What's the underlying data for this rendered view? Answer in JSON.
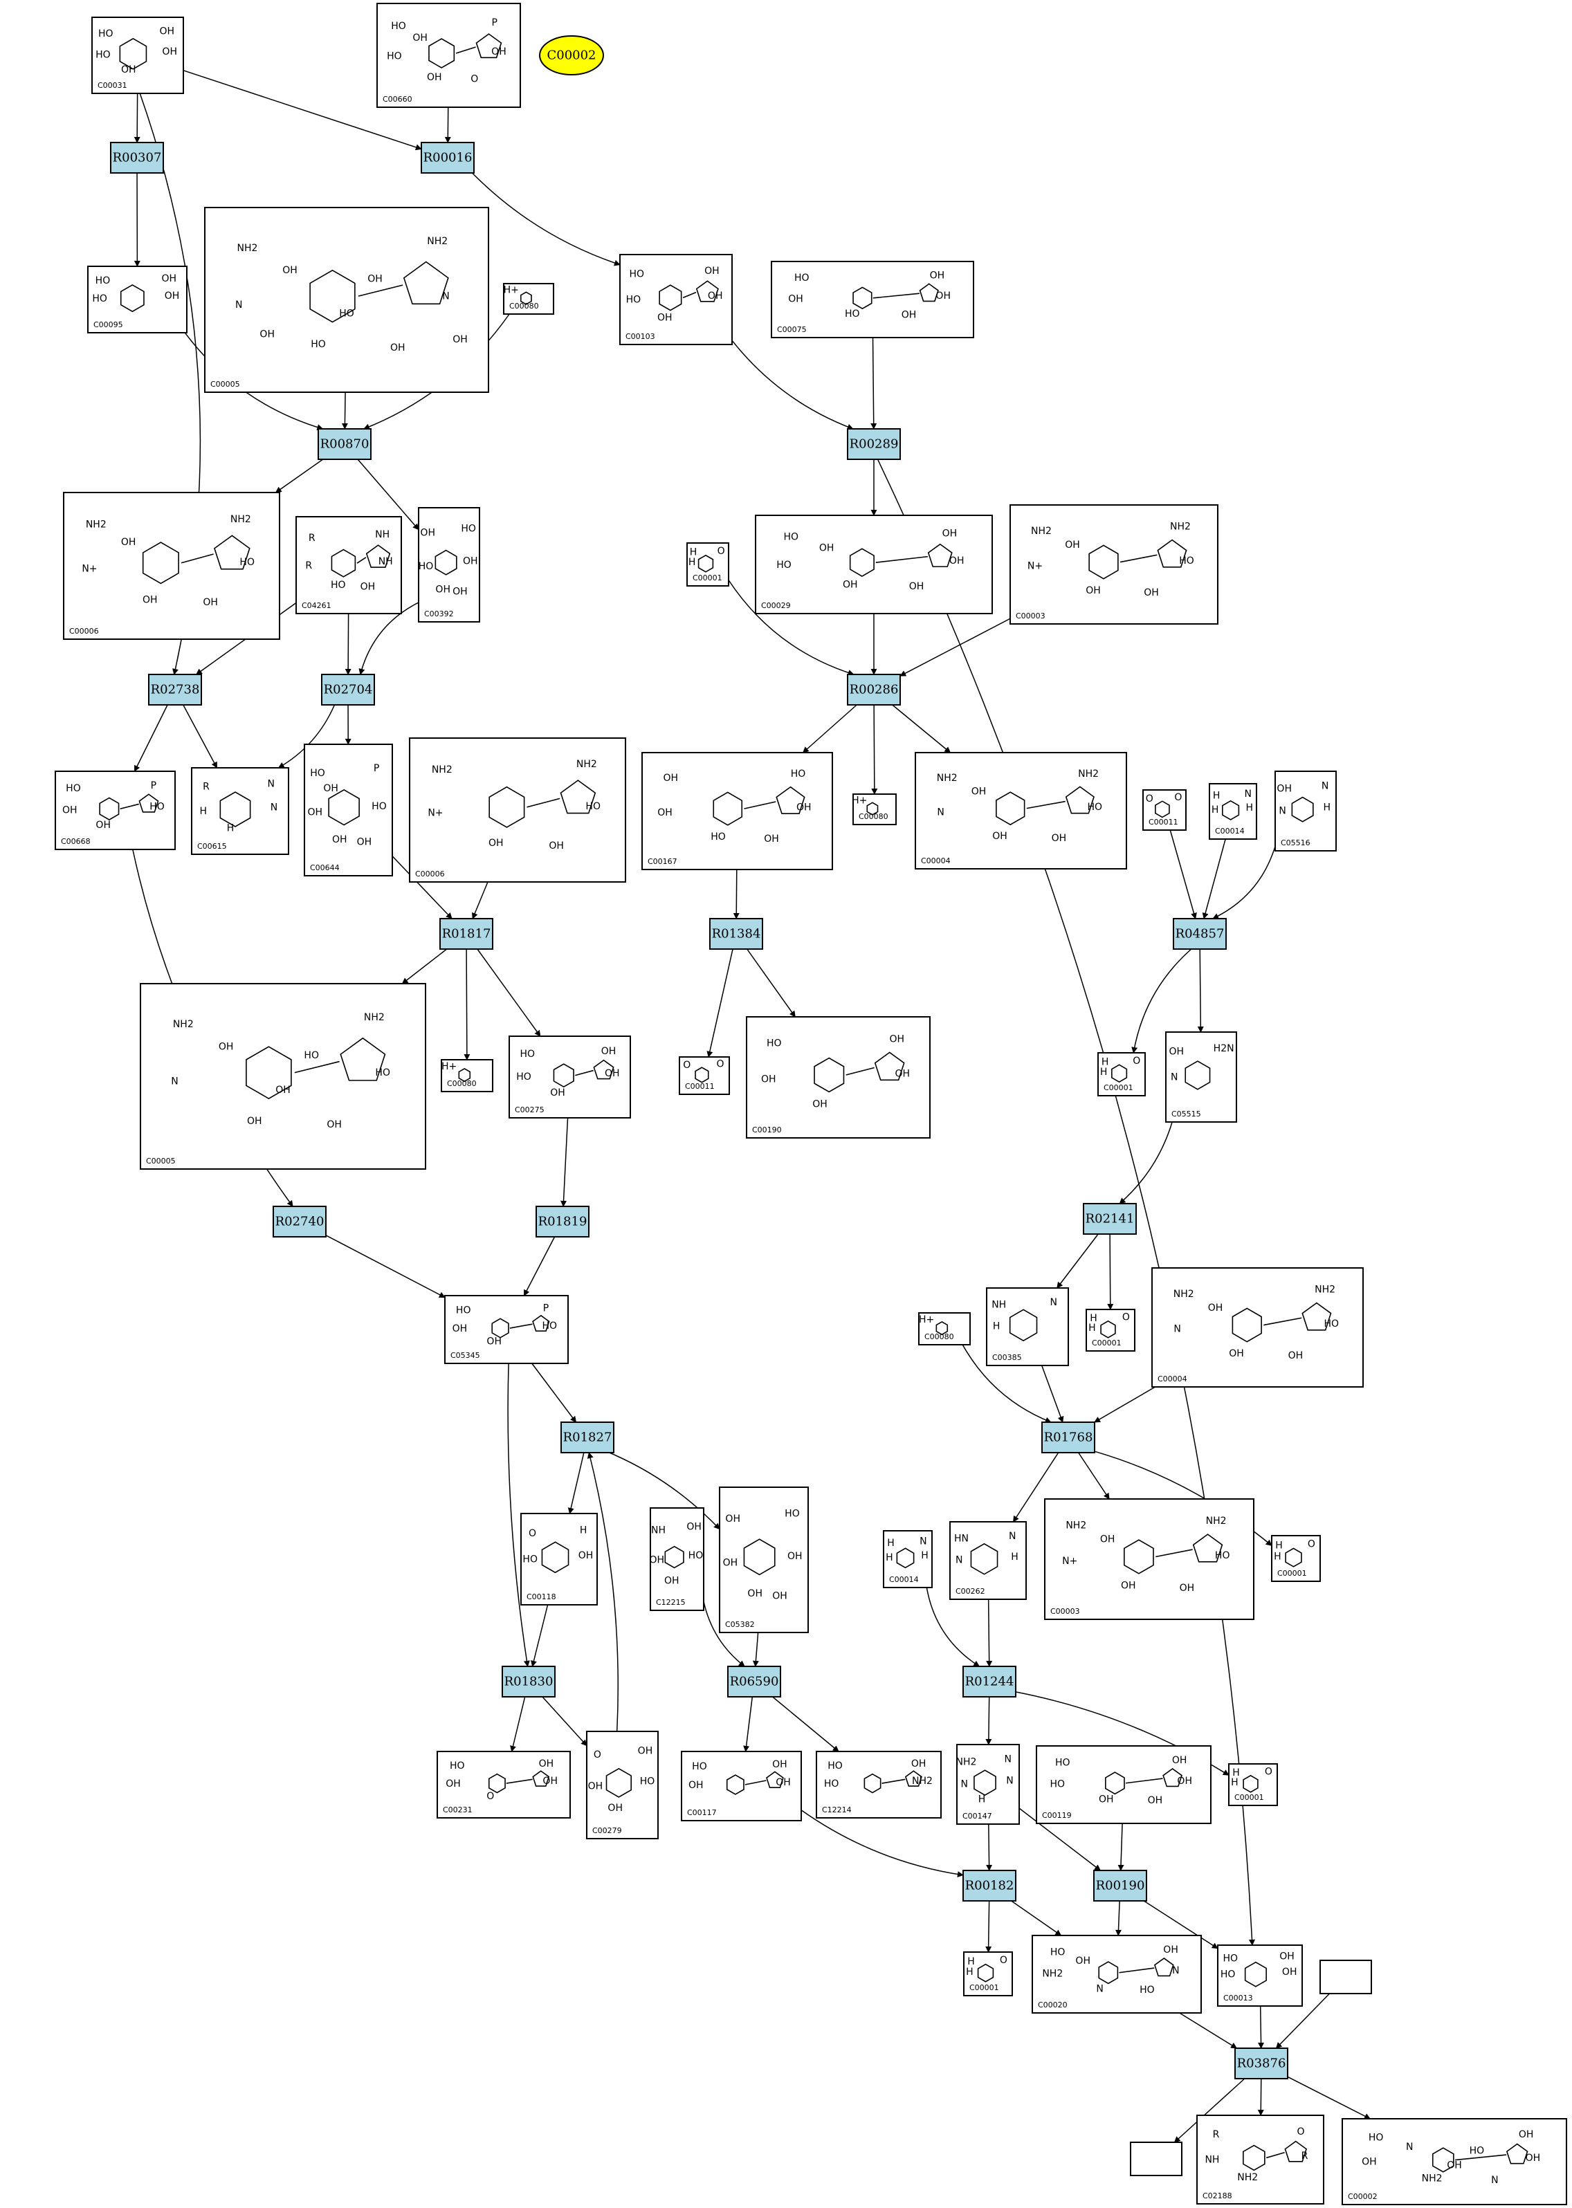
{
  "legend_ellipse": "C00002",
  "compounds": {
    "C00031": {
      "label": "C00031",
      "atoms": [
        "HO",
        "OH",
        "HO",
        "OH",
        "OH"
      ]
    },
    "C00660": {
      "label": "C00660",
      "atoms": [
        "HO",
        "P",
        "HO",
        "OH",
        "OH",
        "O",
        "OH"
      ]
    },
    "C00095": {
      "label": "C00095",
      "atoms": [
        "HO",
        "OH",
        "HO",
        "OH"
      ]
    },
    "C00005a": {
      "label": "C00005",
      "atoms": [
        "NH2",
        "NH2",
        "N",
        "N",
        "HO",
        "OH",
        "OH",
        "OH",
        "HO",
        "OH",
        "OH"
      ]
    },
    "C00080a": {
      "label": "C00080",
      "atoms": [
        "H+"
      ]
    },
    "C00103": {
      "label": "C00103",
      "atoms": [
        "HO",
        "OH",
        "HO",
        "OH",
        "OH"
      ]
    },
    "C00075": {
      "label": "C00075",
      "atoms": [
        "HO",
        "OH",
        "OH",
        "OH",
        "HO",
        "OH"
      ]
    },
    "C00006a": {
      "label": "C00006",
      "atoms": [
        "NH2",
        "NH2",
        "N+",
        "HO",
        "OH",
        "OH",
        "OH"
      ]
    },
    "C04261": {
      "label": "C04261",
      "atoms": [
        "R",
        "NH",
        "R",
        "NH",
        "HO",
        "OH"
      ]
    },
    "C00392": {
      "label": "C00392",
      "atoms": [
        "OH",
        "HO",
        "HO",
        "OH",
        "OH",
        "OH"
      ]
    },
    "C00001a": {
      "label": "C00001",
      "atoms": [
        "H",
        "O",
        "H"
      ]
    },
    "C00029": {
      "label": "C00029",
      "atoms": [
        "HO",
        "OH",
        "HO",
        "OH",
        "OH",
        "OH",
        "OH"
      ]
    },
    "C00003a": {
      "label": "C00003",
      "atoms": [
        "NH2",
        "NH2",
        "N+",
        "HO",
        "OH",
        "OH",
        "OH"
      ]
    },
    "C00668": {
      "label": "C00668",
      "atoms": [
        "HO",
        "P",
        "OH",
        "HO",
        "OH"
      ]
    },
    "C00615": {
      "label": "C00615",
      "atoms": [
        "R",
        "N",
        "H",
        "N",
        "H"
      ]
    },
    "C00644": {
      "label": "C00644",
      "atoms": [
        "HO",
        "P",
        "OH",
        "HO",
        "OH",
        "OH",
        "OH"
      ]
    },
    "C00006b": {
      "label": "C00006",
      "atoms": [
        "NH2",
        "NH2",
        "N+",
        "HO",
        "OH",
        "OH"
      ]
    },
    "C00167": {
      "label": "C00167",
      "atoms": [
        "OH",
        "HO",
        "OH",
        "OH",
        "HO",
        "OH"
      ]
    },
    "C00080b": {
      "label": "C00080",
      "atoms": [
        "H+"
      ]
    },
    "C00004a": {
      "label": "C00004",
      "atoms": [
        "NH2",
        "NH2",
        "N",
        "HO",
        "OH",
        "OH",
        "OH"
      ]
    },
    "C00011a": {
      "label": "C00011",
      "atoms": [
        "O",
        "O"
      ]
    },
    "C00014a": {
      "label": "C00014",
      "atoms": [
        "H",
        "N",
        "H",
        "H"
      ]
    },
    "C05516": {
      "label": "C05516",
      "atoms": [
        "OH",
        "N",
        "N",
        "H"
      ]
    },
    "C00005b": {
      "label": "C00005",
      "atoms": [
        "NH2",
        "NH2",
        "N",
        "HO",
        "OH",
        "OH",
        "OH",
        "HO",
        "OH"
      ]
    },
    "C00080c": {
      "label": "C00080",
      "atoms": [
        "H+"
      ]
    },
    "C00275": {
      "label": "C00275",
      "atoms": [
        "HO",
        "OH",
        "HO",
        "OH",
        "OH"
      ]
    },
    "C00011b": {
      "label": "C00011",
      "atoms": [
        "O",
        "O"
      ]
    },
    "C00190": {
      "label": "C00190",
      "atoms": [
        "HO",
        "OH",
        "OH",
        "OH",
        "OH"
      ]
    },
    "C00001b": {
      "label": "C00001",
      "atoms": [
        "H",
        "O",
        "H"
      ]
    },
    "C05515": {
      "label": "C05515",
      "atoms": [
        "OH",
        "H2N",
        "N"
      ]
    },
    "C05345": {
      "label": "C05345",
      "atoms": [
        "HO",
        "P",
        "OH",
        "HO",
        "OH"
      ]
    },
    "C00080d": {
      "label": "C00080",
      "atoms": [
        "H+"
      ]
    },
    "C00385": {
      "label": "C00385",
      "atoms": [
        "NH",
        "N",
        "H"
      ]
    },
    "C00001c": {
      "label": "C00001",
      "atoms": [
        "H",
        "O",
        "H"
      ]
    },
    "C00004b": {
      "label": "C00004",
      "atoms": [
        "NH2",
        "NH2",
        "N",
        "HO",
        "OH",
        "OH",
        "OH"
      ]
    },
    "C00118": {
      "label": "C00118",
      "atoms": [
        "O",
        "H",
        "HO",
        "OH"
      ]
    },
    "C12215": {
      "label": "C12215",
      "atoms": [
        "NH",
        "OH",
        "OH",
        "HO",
        "OH"
      ]
    },
    "C05382": {
      "label": "C05382",
      "atoms": [
        "OH",
        "HO",
        "OH",
        "OH",
        "OH",
        "OH"
      ]
    },
    "C00014b": {
      "label": "C00014",
      "atoms": [
        "H",
        "N",
        "H",
        "H"
      ]
    },
    "C00262": {
      "label": "C00262",
      "atoms": [
        "HN",
        "N",
        "N",
        "H"
      ]
    },
    "C00003b": {
      "label": "C00003",
      "atoms": [
        "NH2",
        "NH2",
        "N+",
        "HO",
        "OH",
        "OH",
        "OH"
      ]
    },
    "C00001d": {
      "label": "C00001",
      "atoms": [
        "H",
        "O",
        "H"
      ]
    },
    "C00231": {
      "label": "C00231",
      "atoms": [
        "HO",
        "OH",
        "OH",
        "OH",
        "O"
      ]
    },
    "C00279": {
      "label": "C00279",
      "atoms": [
        "O",
        "OH",
        "OH",
        "HO",
        "OH"
      ]
    },
    "C00117": {
      "label": "C00117",
      "atoms": [
        "HO",
        "OH",
        "OH",
        "OH"
      ]
    },
    "C12214": {
      "label": "C12214",
      "atoms": [
        "HO",
        "OH",
        "HO",
        "NH2"
      ]
    },
    "C00147": {
      "label": "C00147",
      "atoms": [
        "NH2",
        "N",
        "N",
        "N",
        "H"
      ]
    },
    "C00119": {
      "label": "C00119",
      "atoms": [
        "HO",
        "OH",
        "HO",
        "OH",
        "OH",
        "OH"
      ]
    },
    "C00001e": {
      "label": "C00001",
      "atoms": [
        "H",
        "O",
        "H"
      ]
    },
    "C00001f": {
      "label": "C00001",
      "atoms": [
        "H",
        "O",
        "H"
      ]
    },
    "C00020": {
      "label": "C00020",
      "atoms": [
        "HO",
        "OH",
        "NH2",
        "N",
        "N",
        "HO",
        "OH"
      ]
    },
    "C00013": {
      "label": "C00013",
      "atoms": [
        "HO",
        "OH",
        "HO",
        "OH"
      ]
    },
    "C02188": {
      "label": "C02188",
      "atoms": [
        "R",
        "O",
        "NH",
        "R",
        "NH2"
      ]
    },
    "C00002": {
      "label": "C00002",
      "atoms": [
        "HO",
        "OH",
        "OH",
        "OH",
        "NH2",
        "N",
        "N",
        "HO",
        "OH"
      ]
    },
    "empty1": {
      "label": "",
      "atoms": []
    },
    "empty2": {
      "label": "",
      "atoms": []
    }
  },
  "reactions": {
    "R00307": "R00307",
    "R00016": "R00016",
    "R00870": "R00870",
    "R00289": "R00289",
    "R02738": "R02738",
    "R02704": "R02704",
    "R00286": "R00286",
    "R01817": "R01817",
    "R01384": "R01384",
    "R04857": "R04857",
    "R02740": "R02740",
    "R01819": "R01819",
    "R02141": "R02141",
    "R01827": "R01827",
    "R01768": "R01768",
    "R01830": "R01830",
    "R06590": "R06590",
    "R01244": "R01244",
    "R00182": "R00182",
    "R00190": "R00190",
    "R03876": "R03876"
  }
}
